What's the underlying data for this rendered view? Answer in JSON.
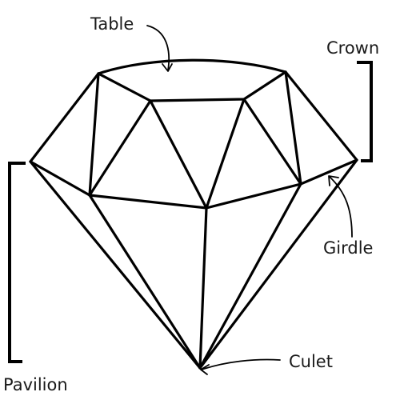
{
  "diagram": {
    "labels": {
      "table": "Table",
      "crown": "Crown",
      "girdle": "Girdle",
      "pavilion": "Pavilion",
      "culet": "Culet"
    },
    "colors": {
      "line": "#000000",
      "text": "#1a1a1a",
      "background": "#ffffff"
    }
  }
}
